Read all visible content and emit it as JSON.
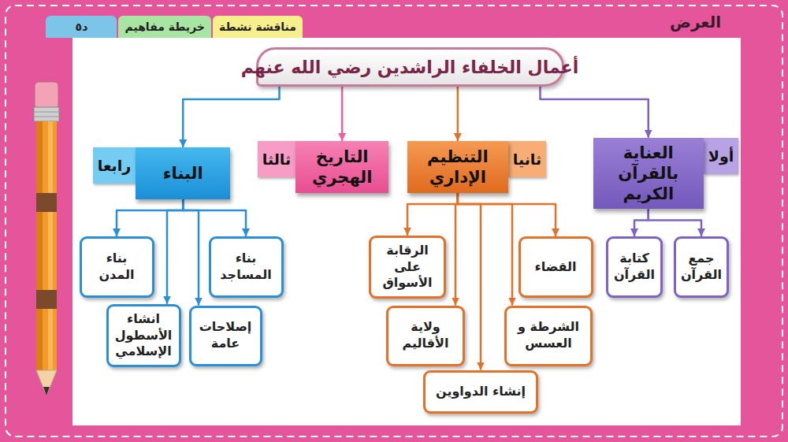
{
  "diagram": {
    "nodes": [
      {
        "text": [
          "أعمال الخلفاء الراشدين رضي الله عنهم"
        ]
      },
      {
        "text": [
          "أولا",
          "العناية بالقرآن الكريم"
        ]
      },
      {
        "text": [
          "ثانيا",
          "التنظيم الإداري"
        ]
      },
      {
        "text": [
          "ثالثا",
          "التاريخ الهجري"
        ]
      },
      {
        "text": [
          "رابعا",
          "البناء"
        ]
      },
      {
        "text": [
          "جمع القرآن"
        ]
      },
      {
        "text": [
          "كتابة القرآن"
        ]
      },
      {
        "text": [
          "القضاء"
        ]
      },
      {
        "text": [
          "الرقابة على الأسواق"
        ]
      },
      {
        "text": [
          "الشرطة و العسس"
        ]
      },
      {
        "text": [
          "ولاية الأقاليم"
        ]
      },
      {
        "text": [
          "إنشاء الدواوين"
        ]
      },
      {
        "text": [
          "بناء المساجد"
        ]
      },
      {
        "text": [
          "بناء المدن"
        ]
      },
      {
        "text": [
          "إصلاحات عامة"
        ]
      },
      {
        "text": [
          "انشاء الأسطول الإسلامي"
        ]
      }
    ],
    "edges": [
      {
        "from": 0,
        "to": 1,
        "arrow": "to"
      },
      {
        "from": 0,
        "to": 2,
        "arrow": "to"
      },
      {
        "from": 0,
        "to": 3,
        "arrow": "to"
      },
      {
        "from": 0,
        "to": 4,
        "arrow": "to"
      },
      {
        "from": 1,
        "to": 5,
        "arrow": "to"
      },
      {
        "from": 1,
        "to": 6,
        "arrow": "to"
      },
      {
        "from": 2,
        "to": 7,
        "arrow": "to"
      },
      {
        "from": 2,
        "to": 8,
        "arrow": "to"
      },
      {
        "from": 2,
        "to": 9,
        "arrow": "to"
      },
      {
        "from": 2,
        "to": 10,
        "arrow": "to"
      },
      {
        "from": 2,
        "to": 11,
        "arrow": "to"
      },
      {
        "from": 4,
        "to": 12,
        "arrow": "to"
      },
      {
        "from": 4,
        "to": 13,
        "arrow": "to"
      },
      {
        "from": 4,
        "to": 14,
        "arrow": "to"
      },
      {
        "from": 4,
        "to": 15,
        "arrow": "to"
      }
    ],
    "labels": [
      "العرض",
      "مناقشة نشطة",
      "خريطة مفاهيم",
      "د٥"
    ]
  }
}
